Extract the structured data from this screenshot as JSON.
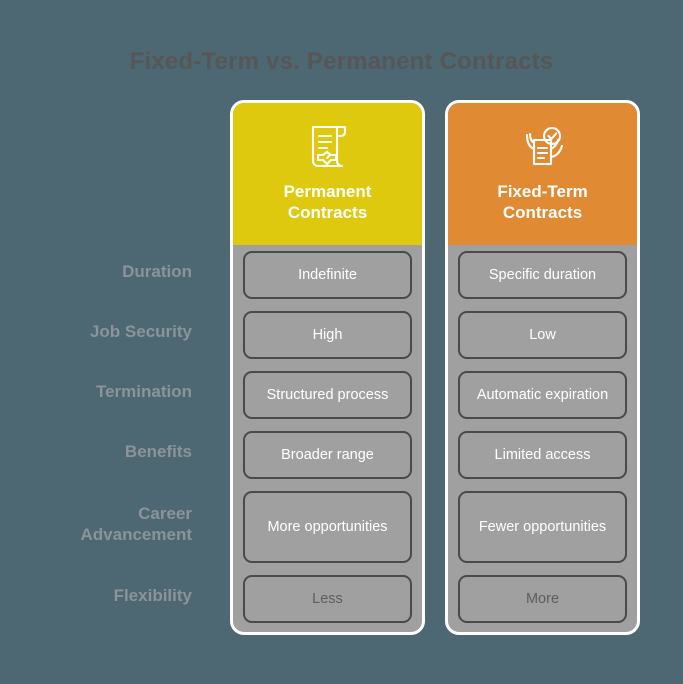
{
  "title": "Fixed-Term vs. Permanent Contracts",
  "colors": {
    "background": "#4d6872",
    "title_text": "#565656",
    "permanent_header": "#dfc90e",
    "fixed_term_header": "#e08a33",
    "panel_body": "#a0a0a0",
    "cell_border": "#4a4a4a",
    "cell_text": "#ffffff",
    "cell_text_muted": "#5d5d5d",
    "row_label_text": "#8a9499",
    "panel_outline": "#ffffff"
  },
  "row_labels": [
    "Duration",
    "Job Security",
    "Termination",
    "Benefits",
    "Career\nAdvancement",
    "Flexibility"
  ],
  "columns": [
    {
      "id": "permanent",
      "header": "Permanent\nContracts",
      "icon": "contract-handshake-icon",
      "values": [
        "Indefinite",
        "High",
        "Structured process",
        "Broader range",
        "More opportunities",
        "Less"
      ]
    },
    {
      "id": "fixed-term",
      "header": "Fixed-Term\nContracts",
      "icon": "hands-document-check-icon",
      "values": [
        "Specific duration",
        "Low",
        "Automatic expiration",
        "Limited access",
        "Fewer opportunities",
        "More"
      ]
    }
  ]
}
